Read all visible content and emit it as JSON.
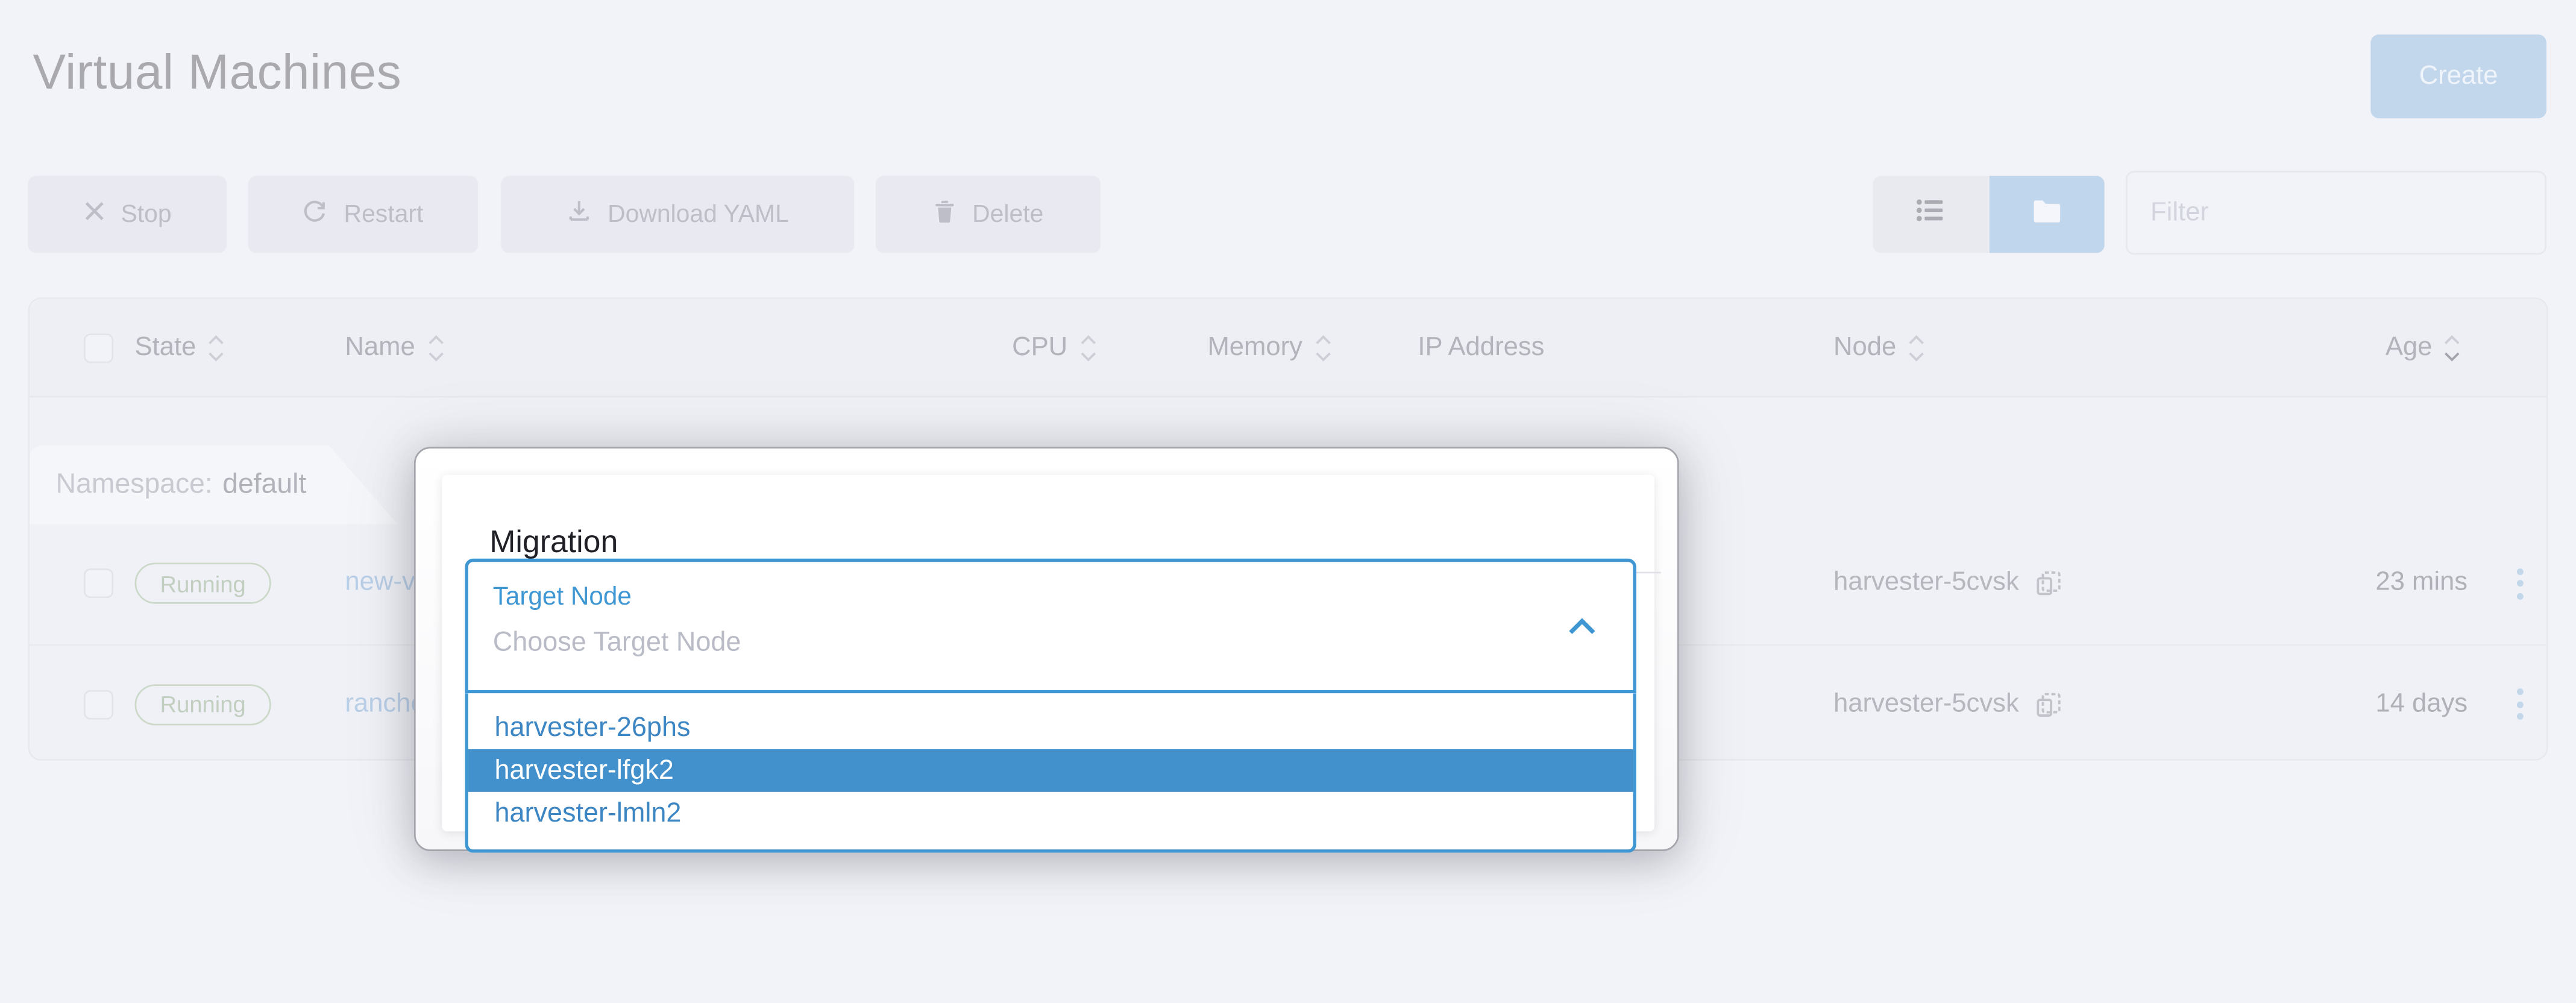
{
  "page": {
    "title": "Virtual Machines"
  },
  "header": {
    "create_label": "Create"
  },
  "toolbar": {
    "stop_label": "Stop",
    "restart_label": "Restart",
    "download_yaml_label": "Download YAML",
    "delete_label": "Delete"
  },
  "view_toggle": {
    "modes": [
      "list-view",
      "folder-view"
    ],
    "active": "folder-view"
  },
  "filter": {
    "placeholder": "Filter"
  },
  "table": {
    "columns": [
      {
        "label": "State",
        "sortable": true
      },
      {
        "label": "Name",
        "sortable": true
      },
      {
        "label": "CPU",
        "sortable": true
      },
      {
        "label": "Memory",
        "sortable": true
      },
      {
        "label": "IP Address",
        "sortable": false
      },
      {
        "label": "Node",
        "sortable": true
      },
      {
        "label": "Age",
        "sortable": true,
        "sorted": "desc"
      }
    ],
    "group": {
      "label": "Namespace:",
      "value": "default"
    },
    "rows": [
      {
        "state": "Running",
        "name": "new-vm",
        "cpu": "",
        "memory": "",
        "ip": "",
        "node": "harvester-5cvsk",
        "age": "23 mins"
      },
      {
        "state": "Running",
        "name": "rancher",
        "cpu": "",
        "memory": "",
        "ip": "",
        "node": "harvester-5cvsk",
        "age": "14 days"
      }
    ]
  },
  "modal": {
    "title": "Migration",
    "select": {
      "label": "Target Node",
      "placeholder": "Choose Target Node"
    },
    "options": [
      {
        "label": "harvester-26phs"
      },
      {
        "label": "harvester-lfgk2"
      },
      {
        "label": "harvester-lmln2"
      }
    ],
    "selected_option": "harvester-lfgk2"
  },
  "icons": [
    "x-icon",
    "refresh-icon",
    "download-icon",
    "trash-icon",
    "list-icon",
    "folder-icon",
    "copy-icon",
    "kebab-icon",
    "chevron-up-icon",
    "sort-icon"
  ],
  "colors": {
    "accent_blue": "#3e97d3",
    "option_selected_bg": "#4391cc",
    "dimmed_link_blue": "#b9cfe7",
    "dimmed_badge_green": "#c2cec0",
    "page_bg": "#f2f3f8",
    "modal_border": "#a4a4ac"
  }
}
